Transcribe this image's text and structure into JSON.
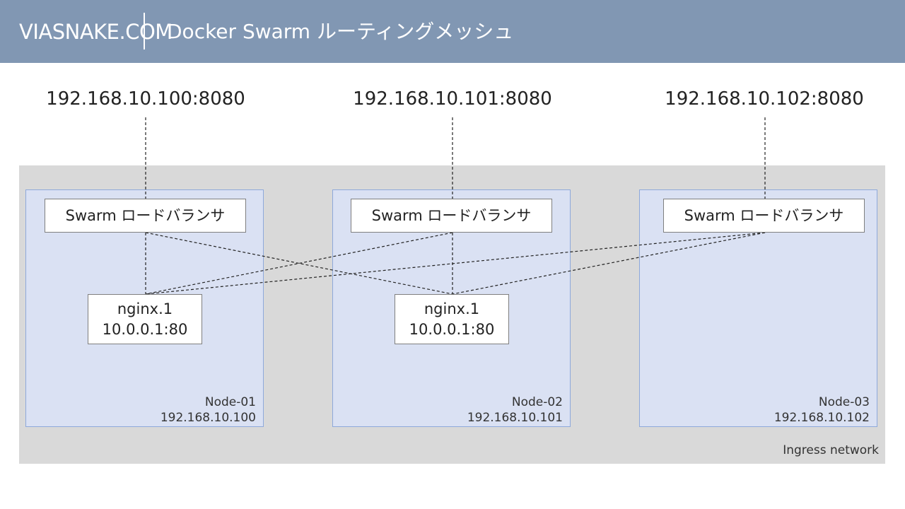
{
  "header": {
    "brand": "VIASNAKE.COM",
    "title": "Docker Swarm ルーティングメッシュ"
  },
  "endpoints": [
    "192.168.10.100:8080",
    "192.168.10.101:8080",
    "192.168.10.102:8080"
  ],
  "network": {
    "label": "Ingress network"
  },
  "nodes": [
    {
      "name": "Node-01",
      "ip": "192.168.10.100",
      "load_balancer": "Swarm ロードバランサ",
      "service": {
        "name": "nginx.1",
        "address": "10.0.0.1:80"
      }
    },
    {
      "name": "Node-02",
      "ip": "192.168.10.101",
      "load_balancer": "Swarm ロードバランサ",
      "service": {
        "name": "nginx.1",
        "address": "10.0.0.1:80"
      }
    },
    {
      "name": "Node-03",
      "ip": "192.168.10.102",
      "load_balancer": "Swarm ロードバランサ"
    }
  ],
  "colors": {
    "header_bg": "#8197b3",
    "ingress_bg": "#d9d9d9",
    "node_bg": "#dae1f3",
    "node_border": "#8ea9db"
  }
}
